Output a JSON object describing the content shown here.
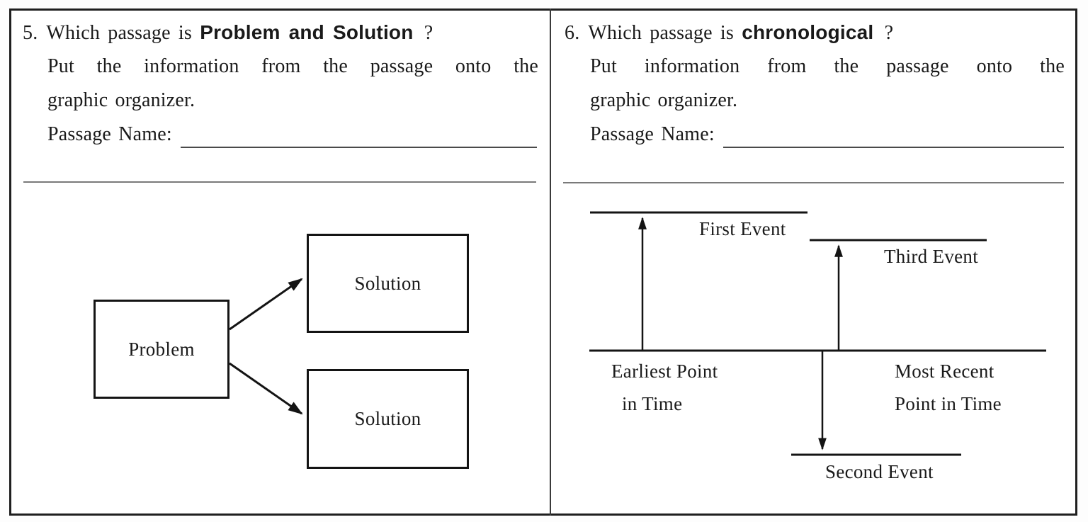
{
  "colors": {
    "ink": "#1a1a1a",
    "border": "#1f1f1f",
    "section_rule": "#7a7a7a",
    "blank_underline": "#4a4a4a"
  },
  "panel5": {
    "question_number": "5.",
    "question_prefix": "Which passage is",
    "question_bold": "Problem and Solution",
    "question_suffix": "?",
    "instruction_line1": "Put the information from the passage onto the",
    "instruction_line2": "graphic organizer.",
    "passage_name_label": "Passage Name:",
    "passage_name_value": "",
    "diagram": {
      "problem_label": "Problem",
      "solution1_label": "Solution",
      "solution2_label": "Solution"
    }
  },
  "panel6": {
    "question_number": "6.",
    "question_prefix": "Which passage is",
    "question_bold": "chronological",
    "question_suffix": "?",
    "instruction_line1": "Put information from the passage onto the",
    "instruction_line2": "graphic organizer.",
    "passage_name_label": "Passage Name:",
    "passage_name_value": "",
    "diagram": {
      "first_event_label": "First Event",
      "third_event_label": "Third Event",
      "second_event_label": "Second Event",
      "earliest_point_line1": "Earliest Point",
      "earliest_point_line2": "in Time",
      "most_recent_line1": "Most Recent",
      "most_recent_line2": "Point in Time"
    }
  }
}
